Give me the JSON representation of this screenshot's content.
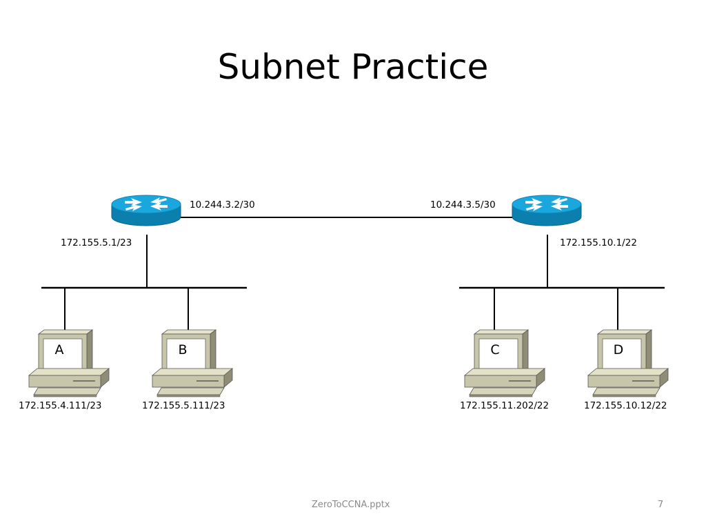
{
  "slide": {
    "title": "Subnet Practice",
    "footer_file": "ZeroToCCNA.pptx",
    "page_number": "7"
  },
  "routers": {
    "left": {
      "wan_ip": "10.244.3.2/30",
      "lan_ip": "172.155.5.1/23",
      "icon": "router-icon"
    },
    "right": {
      "wan_ip": "10.244.3.5/30",
      "lan_ip": "172.155.10.1/22",
      "icon": "router-icon"
    }
  },
  "hosts": [
    {
      "letter": "A",
      "ip": "172.155.4.111/23",
      "icon": "computer-icon"
    },
    {
      "letter": "B",
      "ip": "172.155.5.111/23",
      "icon": "computer-icon"
    },
    {
      "letter": "C",
      "ip": "172.155.11.202/22",
      "icon": "computer-icon"
    },
    {
      "letter": "D",
      "ip": "172.155.10.12/22",
      "icon": "computer-icon"
    }
  ],
  "colors": {
    "router_top": "#1aa7de",
    "router_side": "#0b7fae",
    "pc_body": "#c8c6aa",
    "pc_shadow": "#8f8d76"
  }
}
